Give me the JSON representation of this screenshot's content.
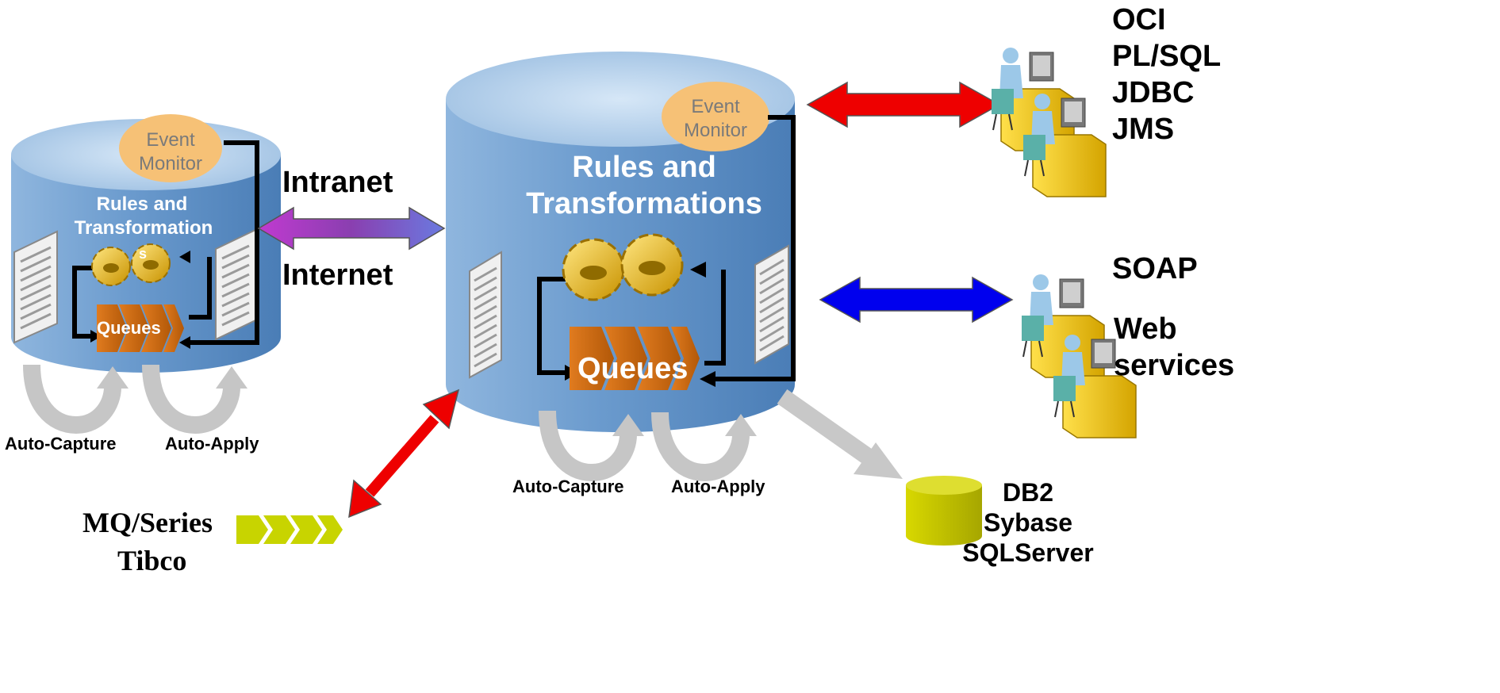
{
  "network": {
    "intranet": "Intranet",
    "internet": "Internet"
  },
  "left_db": {
    "event_monitor_line1": "Event",
    "event_monitor_line2": "Monitor",
    "rules_line1": "Rules and",
    "rules_line2": "Transformation",
    "rules_line3": "s",
    "queues": "Queues",
    "auto_capture": "Auto-Capture",
    "auto_apply": "Auto-Apply"
  },
  "center_db": {
    "event_monitor_line1": "Event",
    "event_monitor_line2": "Monitor",
    "rules_line1": "Rules and",
    "rules_line2": "Transformations",
    "queues": "Queues",
    "auto_capture": "Auto-Capture",
    "auto_apply": "Auto-Apply"
  },
  "clients_top": [
    "OCI",
    "PL/SQL",
    "JDBC",
    "JMS"
  ],
  "clients_web": {
    "soap": "SOAP",
    "web": "Web",
    "services": "services"
  },
  "messaging": {
    "mq": "MQ/Series",
    "tibco": "Tibco"
  },
  "other_dbs": [
    "DB2",
    "Sybase",
    "SQLServer"
  ],
  "colors": {
    "db_top": "#b8d3ec",
    "db_body": "#5b8fc6",
    "monitor": "#f6c176",
    "red_arrow": "#ee0000",
    "purple_arrow": "#9a2fae",
    "blue_arrow": "#0000ee",
    "grey_arrow": "#c8c8c8",
    "queue": "#c8680f",
    "gear": "#e6b800",
    "desk": "#f0c000",
    "olive_db": "#c8c800"
  }
}
